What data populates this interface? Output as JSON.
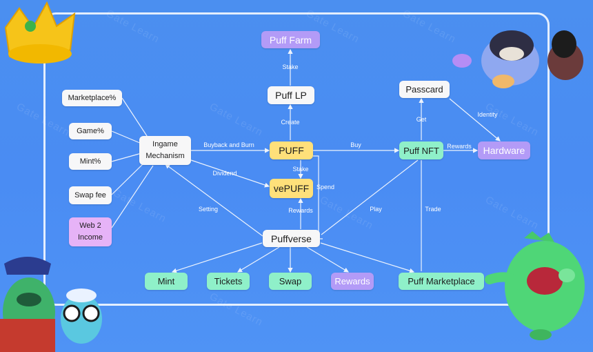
{
  "watermark": "Gate Learn",
  "nodes": {
    "puff_farm": "Puff Farm",
    "puff_lp": "Puff LP",
    "puff": "PUFF",
    "vepuff": "vePUFF",
    "puffverse": "Puffverse",
    "ingame": "Ingame Mechanism",
    "marketplace_pct": "Marketplace%",
    "game_pct": "Game%",
    "mint_pct": "Mint%",
    "swap_fee": "Swap fee",
    "web2_income": "Web 2 Income",
    "passcard": "Passcard",
    "puff_nft": "Puff NFT",
    "hardware": "Hardware",
    "mint": "Mint",
    "tickets": "Tickets",
    "swap": "Swap",
    "rewards": "Rewards",
    "puff_marketplace": "Puff Marketplace"
  },
  "edge_labels": {
    "stake_farm": "Stake",
    "create": "Create",
    "buyback": "Buyback and Burn",
    "buy": "Buy",
    "rewards_nft": "Rewards",
    "get": "Get",
    "identity": "Identity",
    "dividend": "Dividend",
    "stake_ve": "Stake",
    "spend": "Spend",
    "rewards_ve": "Rewards",
    "setting": "Setting",
    "play": "Play",
    "trade": "Trade"
  }
}
